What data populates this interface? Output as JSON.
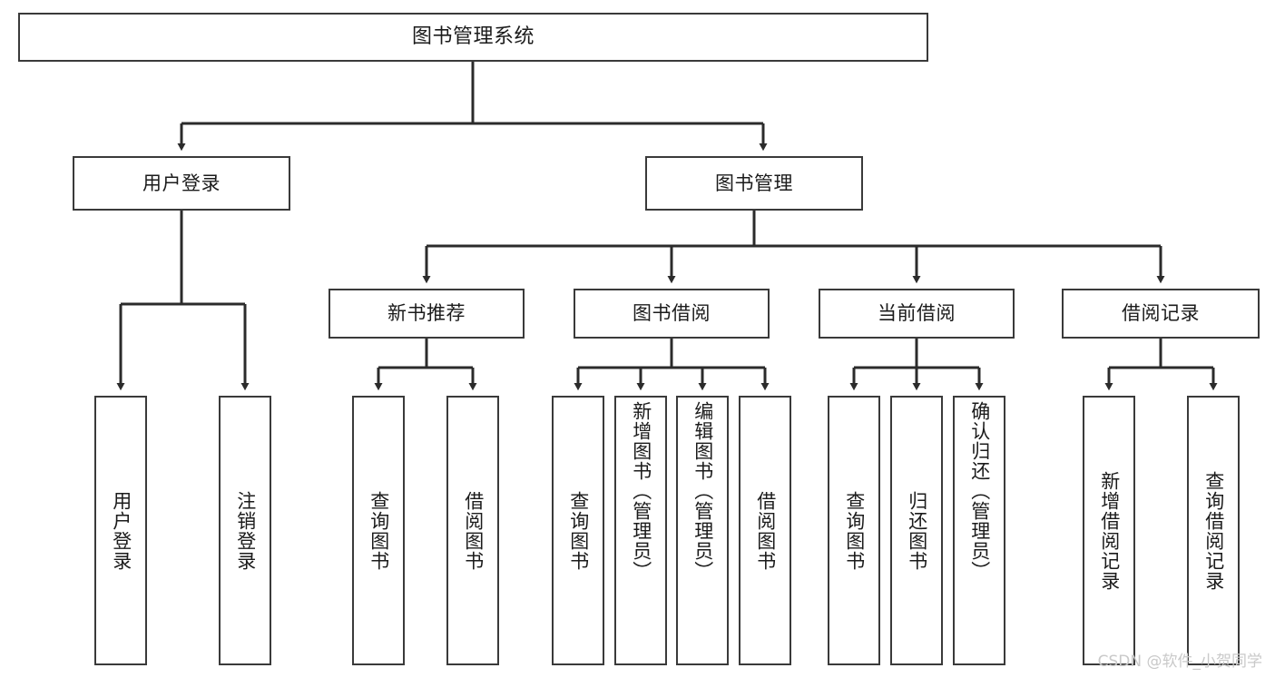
{
  "diagram": {
    "title": "图书管理系统",
    "type": "tree",
    "watermark": "CSDN @软件_小贺同学",
    "colors": {
      "box_border": "#3a3a3a",
      "box_fill": "#ffffff",
      "connector": "#2b2b2b",
      "text": "#1b1b1b",
      "watermark": "#c9c9c9",
      "background": "#ffffff"
    },
    "root": {
      "label": "图书管理系统"
    },
    "level1": [
      {
        "label": "用户登录"
      },
      {
        "label": "图书管理"
      }
    ],
    "level2": [
      {
        "label": "新书推荐"
      },
      {
        "label": "图书借阅"
      },
      {
        "label": "当前借阅"
      },
      {
        "label": "借阅记录"
      }
    ],
    "leaves": {
      "user_login": [
        {
          "label": "用户登录"
        },
        {
          "label": "注销登录"
        }
      ],
      "new_book": [
        {
          "label": "查询图书"
        },
        {
          "label": "借阅图书"
        }
      ],
      "book_borrow": [
        {
          "label": "查询图书"
        },
        {
          "label": "新增图书（管理员）"
        },
        {
          "label": "编辑图书（管理员）"
        },
        {
          "label": "借阅图书"
        }
      ],
      "current_borrow": [
        {
          "label": "查询图书"
        },
        {
          "label": "归还图书"
        },
        {
          "label": "确认归还（管理员）"
        }
      ],
      "borrow_record": [
        {
          "label": "新增借阅记录"
        },
        {
          "label": "查询借阅记录"
        }
      ]
    }
  }
}
